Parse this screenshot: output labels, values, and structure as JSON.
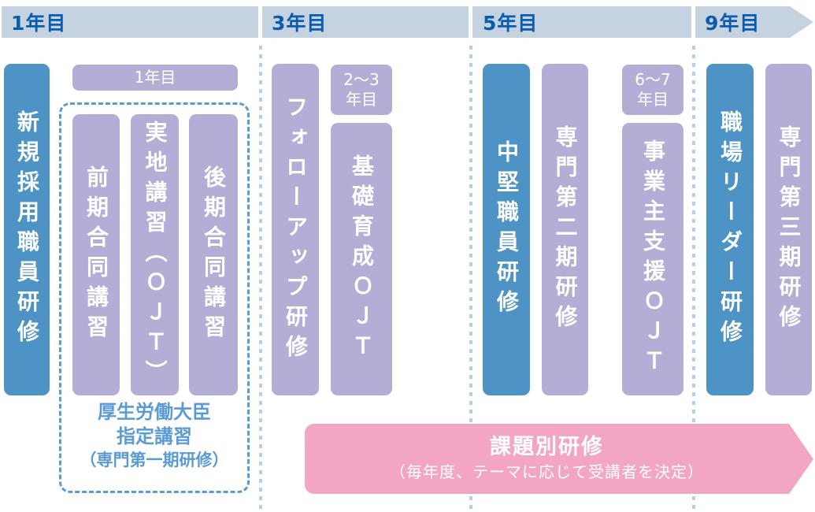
{
  "colors": {
    "band_bg": "#c5d2e0",
    "band_text": "#0a5cad",
    "blue_bar": "#4e93c6",
    "purple_bar": "#b3aed6",
    "pink_banner": "#f2a6c3",
    "dashed_border": "#5b9bd5",
    "caption_text": "#5b9bd5",
    "dotted_line": "#b3cfe9"
  },
  "timeline_years": [
    {
      "label": "1年目"
    },
    {
      "label": "3年目"
    },
    {
      "label": "5年目"
    },
    {
      "label": "9年目"
    }
  ],
  "section1": {
    "new_employee_training": "新規採用職員研修",
    "year_header": "1年目",
    "zenki_goudou": "前期合同講習",
    "jicchi_koushuu": "実地講習（ＯＪＴ）",
    "kouki_goudou": "後期合同講習",
    "caption_line1": "厚生労働大臣",
    "caption_line2": "指定講習",
    "caption_line3": "（専門第一期研修）"
  },
  "section2": {
    "followup_training": "フォローアップ研修",
    "year_header_line1": "2～3",
    "year_header_line2": "年目",
    "kiso_ikusei_ojt": "基礎育成ＯＪＴ"
  },
  "section3": {
    "chuken_training": "中堅職員研修",
    "senmon_second_training": "専門第二期研修",
    "year_header_line1": "6～7",
    "year_header_line2": "年目",
    "jigyounushi_shien_ojt": "事業主支援ＯＪＴ"
  },
  "section4": {
    "leader_training": "職場リーダー研修",
    "senmon_third_training": "専門第三期研修"
  },
  "kadaibetsu_banner": {
    "title": "課題別研修",
    "subtitle": "（毎年度、テーマに応じて受講者を決定）"
  }
}
